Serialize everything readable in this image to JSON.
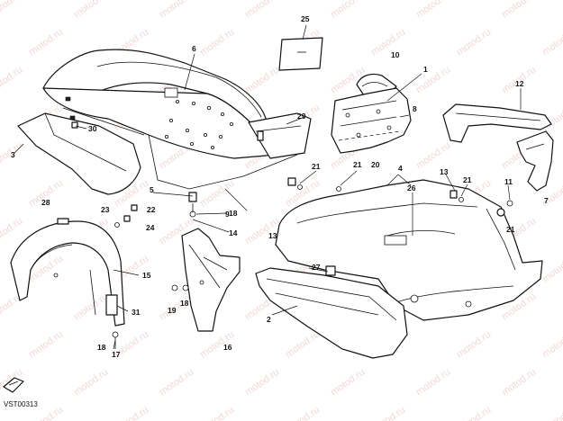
{
  "diagram": {
    "drawing_code": "VST00313",
    "watermark": "motod.ru",
    "callouts": [
      {
        "id": "c1",
        "label": "1"
      },
      {
        "id": "c2",
        "label": "2"
      },
      {
        "id": "c3",
        "label": "3"
      },
      {
        "id": "c4",
        "label": "4"
      },
      {
        "id": "c5",
        "label": "5"
      },
      {
        "id": "c6",
        "label": "6"
      },
      {
        "id": "c7",
        "label": "7"
      },
      {
        "id": "c8",
        "label": "8"
      },
      {
        "id": "c9",
        "label": "9"
      },
      {
        "id": "c10",
        "label": "10"
      },
      {
        "id": "c11",
        "label": "11"
      },
      {
        "id": "c12",
        "label": "12"
      },
      {
        "id": "c13a",
        "label": "13"
      },
      {
        "id": "c13b",
        "label": "13"
      },
      {
        "id": "c14",
        "label": "14"
      },
      {
        "id": "c15",
        "label": "15"
      },
      {
        "id": "c16",
        "label": "16"
      },
      {
        "id": "c17",
        "label": "17"
      },
      {
        "id": "c18a",
        "label": "18"
      },
      {
        "id": "c18b",
        "label": "18"
      },
      {
        "id": "c18c",
        "label": "18"
      },
      {
        "id": "c19",
        "label": "19"
      },
      {
        "id": "c20",
        "label": "20"
      },
      {
        "id": "c21a",
        "label": "21"
      },
      {
        "id": "c21b",
        "label": "21"
      },
      {
        "id": "c21c",
        "label": "21"
      },
      {
        "id": "c21d",
        "label": "21"
      },
      {
        "id": "c22",
        "label": "22"
      },
      {
        "id": "c23",
        "label": "23"
      },
      {
        "id": "c24",
        "label": "24"
      },
      {
        "id": "c25",
        "label": "25"
      },
      {
        "id": "c26",
        "label": "26"
      },
      {
        "id": "c27",
        "label": "27"
      },
      {
        "id": "c28",
        "label": "28"
      },
      {
        "id": "c29",
        "label": "29"
      },
      {
        "id": "c30",
        "label": "30"
      },
      {
        "id": "c31",
        "label": "31"
      }
    ]
  }
}
